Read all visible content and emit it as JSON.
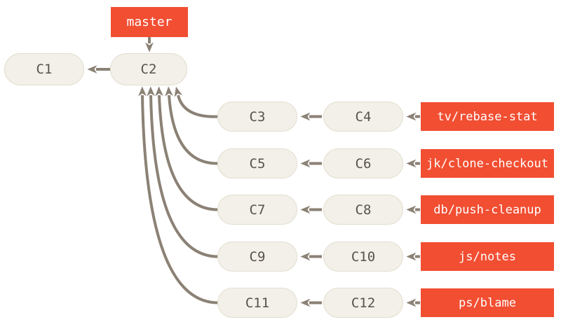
{
  "graph": {
    "head_label": "master",
    "main_branch": {
      "c1": "C1",
      "c2": "C2"
    },
    "topic_rows": [
      {
        "older": "C3",
        "newer": "C4",
        "branch": "tv/rebase-stat"
      },
      {
        "older": "C5",
        "newer": "C6",
        "branch": "jk/clone-checkout"
      },
      {
        "older": "C7",
        "newer": "C8",
        "branch": "db/push-cleanup"
      },
      {
        "older": "C9",
        "newer": "C10",
        "branch": "js/notes"
      },
      {
        "older": "C11",
        "newer": "C12",
        "branch": "ps/blame"
      }
    ]
  },
  "colors": {
    "branch-bg": "#f14e32",
    "branch-text": "#ffffff",
    "commit-fill": "#f2f0e8",
    "commit-border": "#e2decf",
    "commit-text": "#57534b",
    "arrow": "#8b8175"
  }
}
